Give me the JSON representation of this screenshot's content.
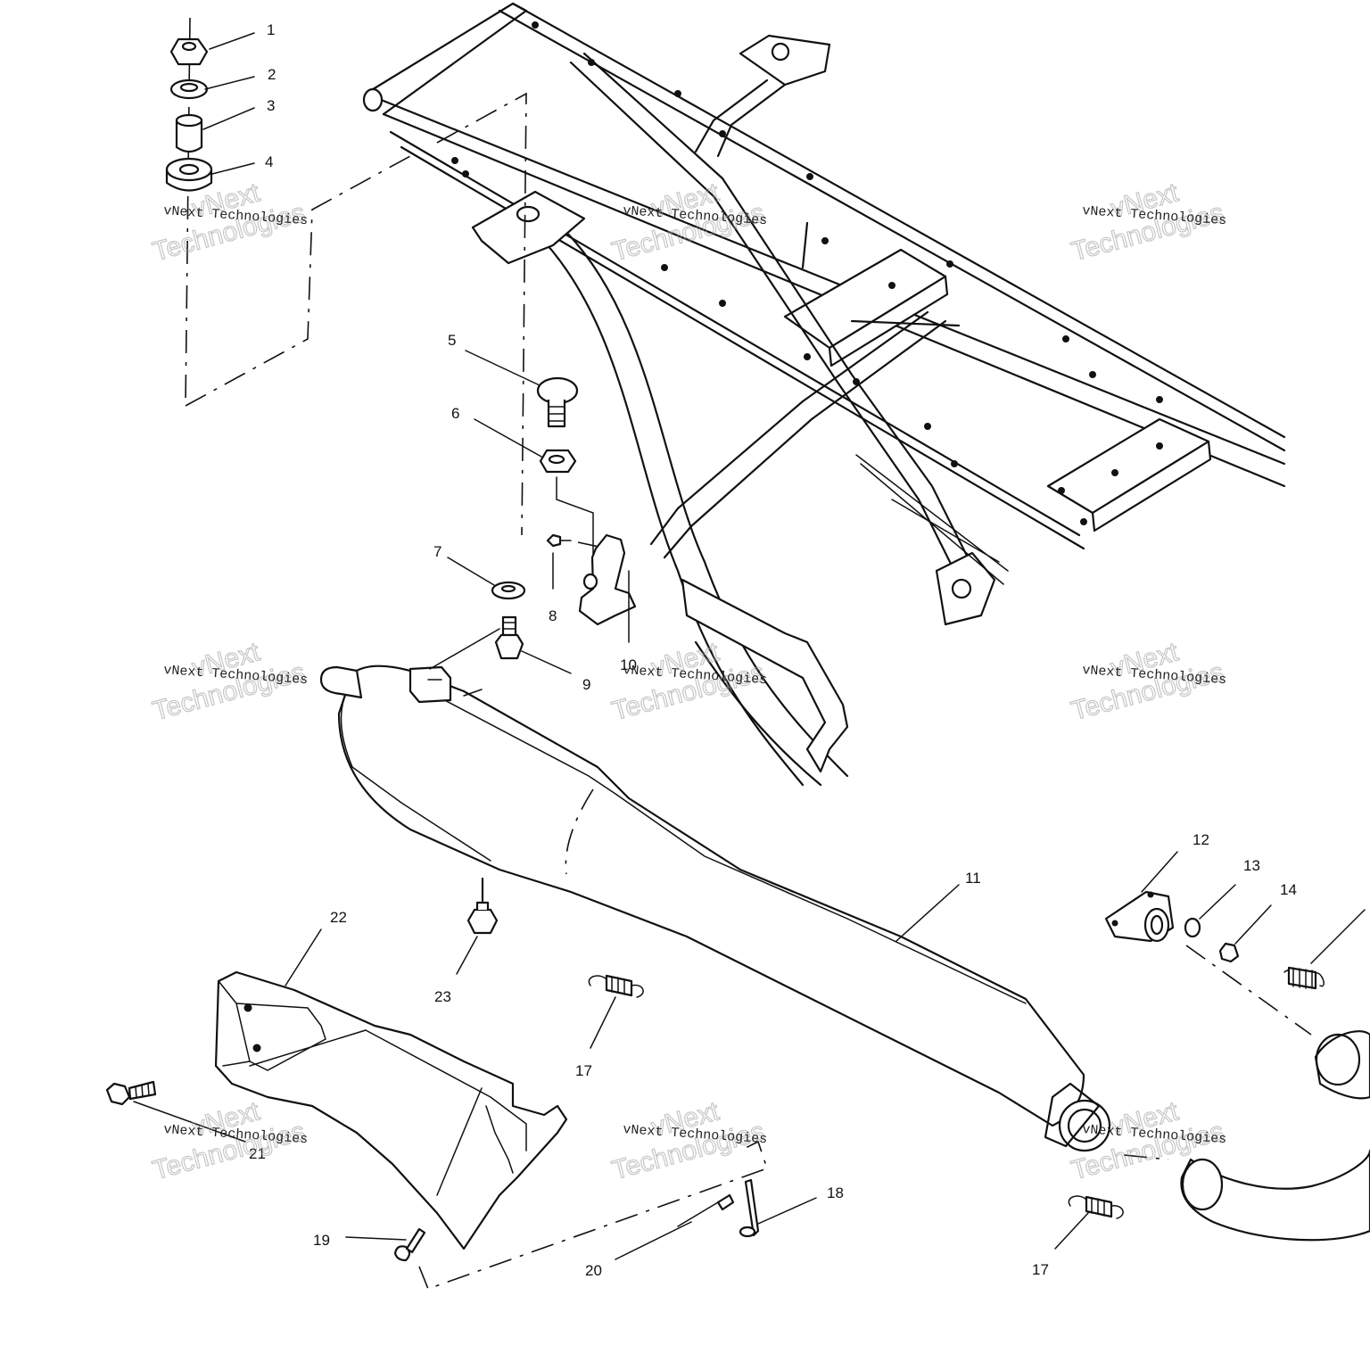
{
  "callouts": [
    "1",
    "2",
    "3",
    "4",
    "5",
    "6",
    "7",
    "8",
    "9",
    "10",
    "11",
    "12",
    "13",
    "14",
    "17",
    "18",
    "19",
    "20",
    "21",
    "22",
    "23",
    "17",
    "17"
  ],
  "watermark": {
    "company": "vNext Technologies",
    "brand_top": "vNext",
    "brand_bottom": "Technologies"
  }
}
